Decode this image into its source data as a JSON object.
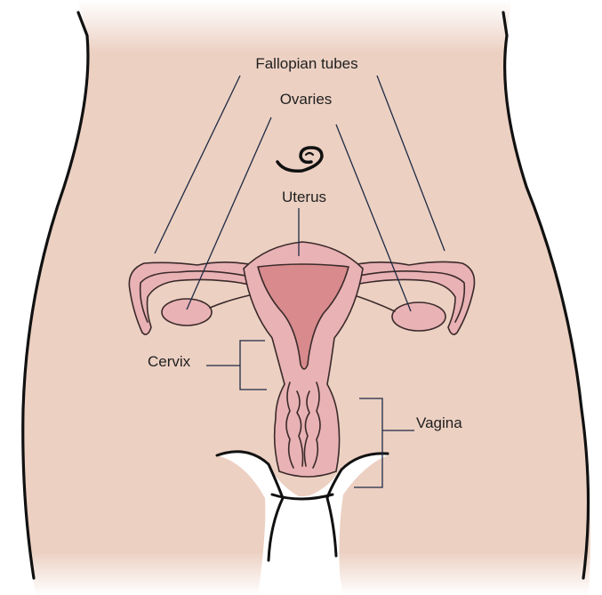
{
  "labels": {
    "fallopian_tubes": "Fallopian tubes",
    "ovaries": "Ovaries",
    "uterus": "Uterus",
    "cervix": "Cervix",
    "vagina": "Vagina"
  },
  "colors": {
    "skin": "#ecd0c2",
    "organ_outer": "#e9b2b4",
    "organ_inner": "#d88a8c",
    "outline": "#111111",
    "leader": "#1e2a44"
  }
}
